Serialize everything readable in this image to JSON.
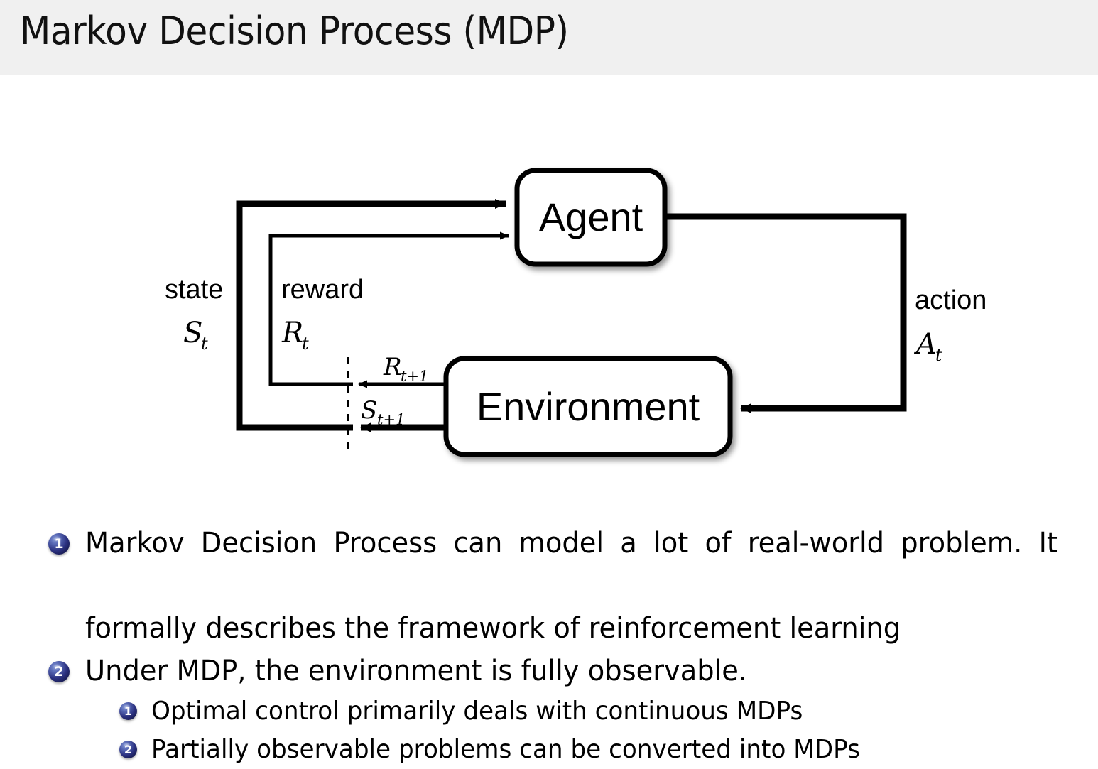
{
  "slide": {
    "title": "Markov Decision Process (MDP)",
    "header_bg": "#f0f0f0",
    "background": "#ffffff",
    "text_color": "#000000",
    "accent_color": "#2b3180"
  },
  "diagram": {
    "name": "agent-environment-interaction-loop",
    "nodes": [
      {
        "id": "agent",
        "label": "Agent"
      },
      {
        "id": "environment",
        "label": "Environment"
      }
    ],
    "edge_labels": {
      "state_word": "state",
      "state_symbol": "S",
      "state_subscript": "t",
      "reward_word": "reward",
      "reward_symbol": "R",
      "reward_subscript": "t",
      "action_word": "action",
      "action_symbol": "A",
      "action_subscript": "t",
      "next_reward_symbol": "R",
      "next_reward_subscript": "t+1",
      "next_state_symbol": "S",
      "next_state_subscript": "t+1"
    },
    "stroke_color": "#000000",
    "box_fill": "#ffffff"
  },
  "bullets": [
    {
      "marker": "1",
      "lines": [
        "Markov Decision Process can model a lot of real-world problem.  It",
        "formally describes the framework of reinforcement learning"
      ]
    },
    {
      "marker": "2",
      "lines": [
        "Under MDP, the environment is fully observable."
      ],
      "children": [
        {
          "marker": "1",
          "text": "Optimal control primarily deals with continuous MDPs"
        },
        {
          "marker": "2",
          "text": "Partially observable problems can be converted into MDPs"
        }
      ]
    }
  ]
}
